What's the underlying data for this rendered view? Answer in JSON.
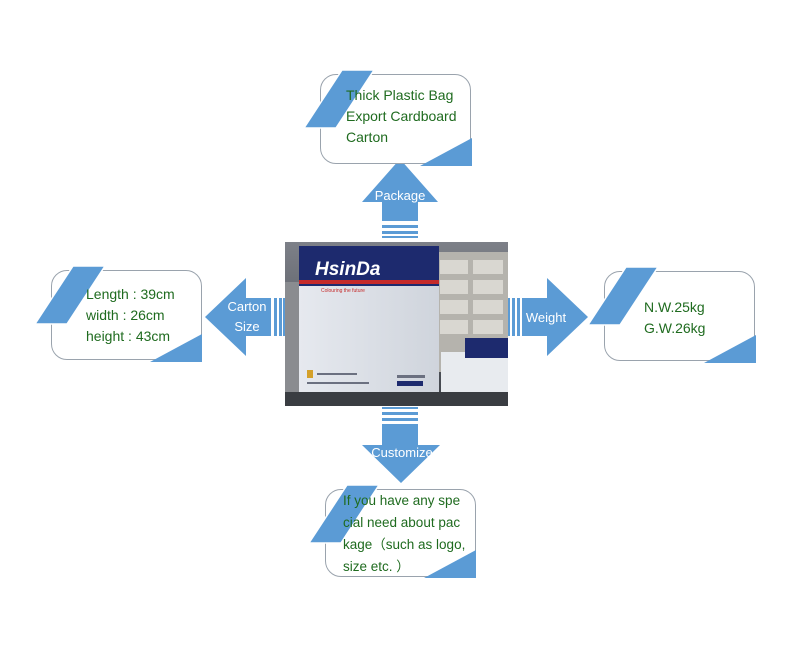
{
  "colors": {
    "accent": "#5b9bd5",
    "text_green": "#1f6b1f",
    "card_border": "#9aa3ad"
  },
  "center_image": {
    "brand_text": "HsinDa",
    "slogan_text": "Colouring the future"
  },
  "package": {
    "arrow_label": "Package",
    "card_text": "Thick Plastic Bag\nExport Cardboard\nCarton"
  },
  "carton_size": {
    "arrow_label": "Carton\nSize",
    "card_text": "Length : 39cm\nwidth : 26cm\nheight : 43cm"
  },
  "weight": {
    "arrow_label": "Weight",
    "card_text": "N.W.25kg\nG.W.26kg"
  },
  "customize": {
    "arrow_label": "Customize",
    "card_text": "If you have any spe\ncial need about pac\nkage（such as logo,\nsize etc. ）"
  }
}
